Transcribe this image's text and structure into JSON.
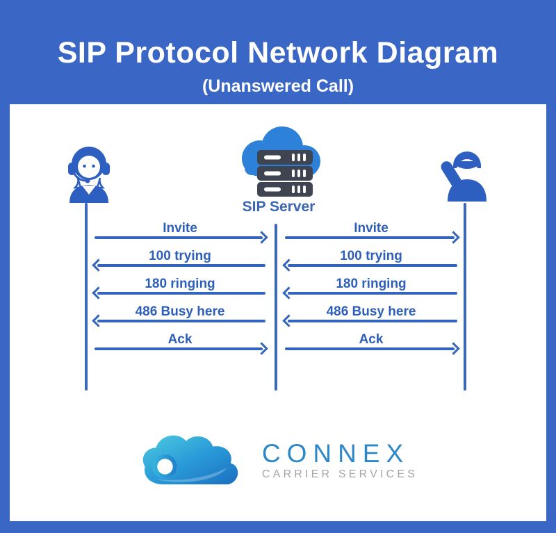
{
  "header": {
    "title": "SIP Protocol Network Diagram",
    "subtitle": "(Unanswered Call)"
  },
  "diagram": {
    "server_label": "SIP Server",
    "icons": {
      "left": "agent-headset-icon",
      "center": "cloud-server-icon",
      "right": "person-phone-icon"
    },
    "messages": [
      {
        "label": "Invite",
        "direction": "right"
      },
      {
        "label": "100 trying",
        "direction": "left"
      },
      {
        "label": "180 ringing",
        "direction": "left"
      },
      {
        "label": "486 Busy here",
        "direction": "left"
      },
      {
        "label": "Ack",
        "direction": "right"
      }
    ]
  },
  "logo": {
    "brand": "CONNEX",
    "tagline": "CARRIER SERVICES",
    "icon": "cloud-logo"
  },
  "colors": {
    "background": "#3a66c5",
    "panel": "#ffffff",
    "icon_blue": "#2d5fc0",
    "arrow_blue": "#3465bd",
    "server_dark": "#3e4450",
    "server_cloud": "#2e81d8",
    "logo_blue": "#2e87c9",
    "logo_gray": "#a5a5a5"
  }
}
